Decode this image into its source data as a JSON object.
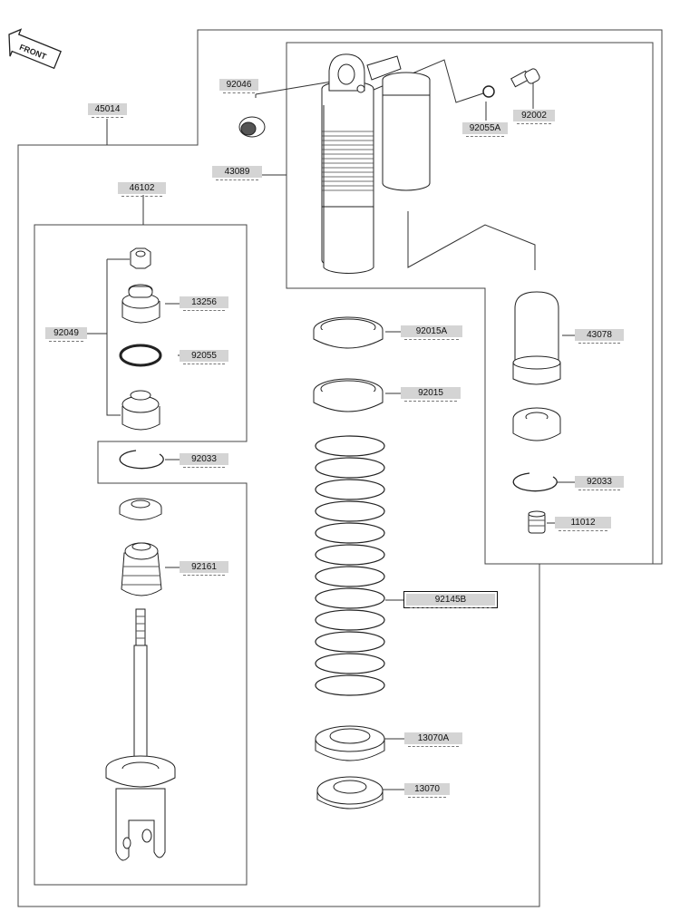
{
  "front_label": "FRONT",
  "parts": [
    {
      "id": "p45014",
      "name": "45014"
    },
    {
      "id": "p92046",
      "name": "92046"
    },
    {
      "id": "p43089",
      "name": "43089"
    },
    {
      "id": "p92055A",
      "name": "92055A"
    },
    {
      "id": "p92002",
      "name": "92002"
    },
    {
      "id": "p46102",
      "name": "46102"
    },
    {
      "id": "p13256",
      "name": "13256"
    },
    {
      "id": "p92049",
      "name": "92049"
    },
    {
      "id": "p92055",
      "name": "92055"
    },
    {
      "id": "p92033a",
      "name": "92033"
    },
    {
      "id": "p92161",
      "name": "92161"
    },
    {
      "id": "p92015A",
      "name": "92015A"
    },
    {
      "id": "p92015",
      "name": "92015"
    },
    {
      "id": "p43078",
      "name": "43078"
    },
    {
      "id": "p92033b",
      "name": "92033"
    },
    {
      "id": "p11012",
      "name": "11012"
    },
    {
      "id": "p92145B",
      "name": "92145B",
      "highlighted": true
    },
    {
      "id": "p13070A",
      "name": "13070A"
    },
    {
      "id": "p13070",
      "name": "13070"
    }
  ],
  "colors": {
    "label_bg": "#d4d4d4",
    "line": "#222222",
    "part_fill": "#ffffff"
  }
}
